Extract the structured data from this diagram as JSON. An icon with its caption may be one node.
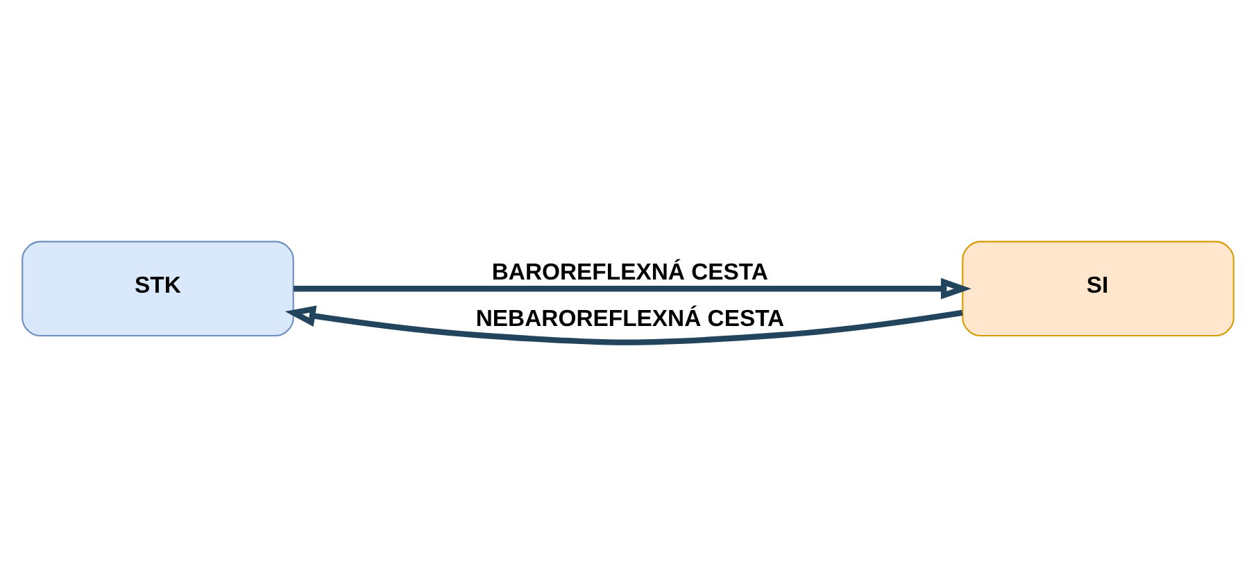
{
  "diagram": {
    "nodes": [
      {
        "text": [
          "STK"
        ]
      },
      {
        "text": [
          "SI"
        ]
      }
    ],
    "edges": [
      {
        "from": 0,
        "to": 1,
        "arrow": "to",
        "label": "BAROREFLEXNÁ CESTA"
      },
      {
        "from": 1,
        "to": 0,
        "arrow": "to",
        "label": "NEBAROREFLEXNÁ CESTA"
      }
    ]
  }
}
